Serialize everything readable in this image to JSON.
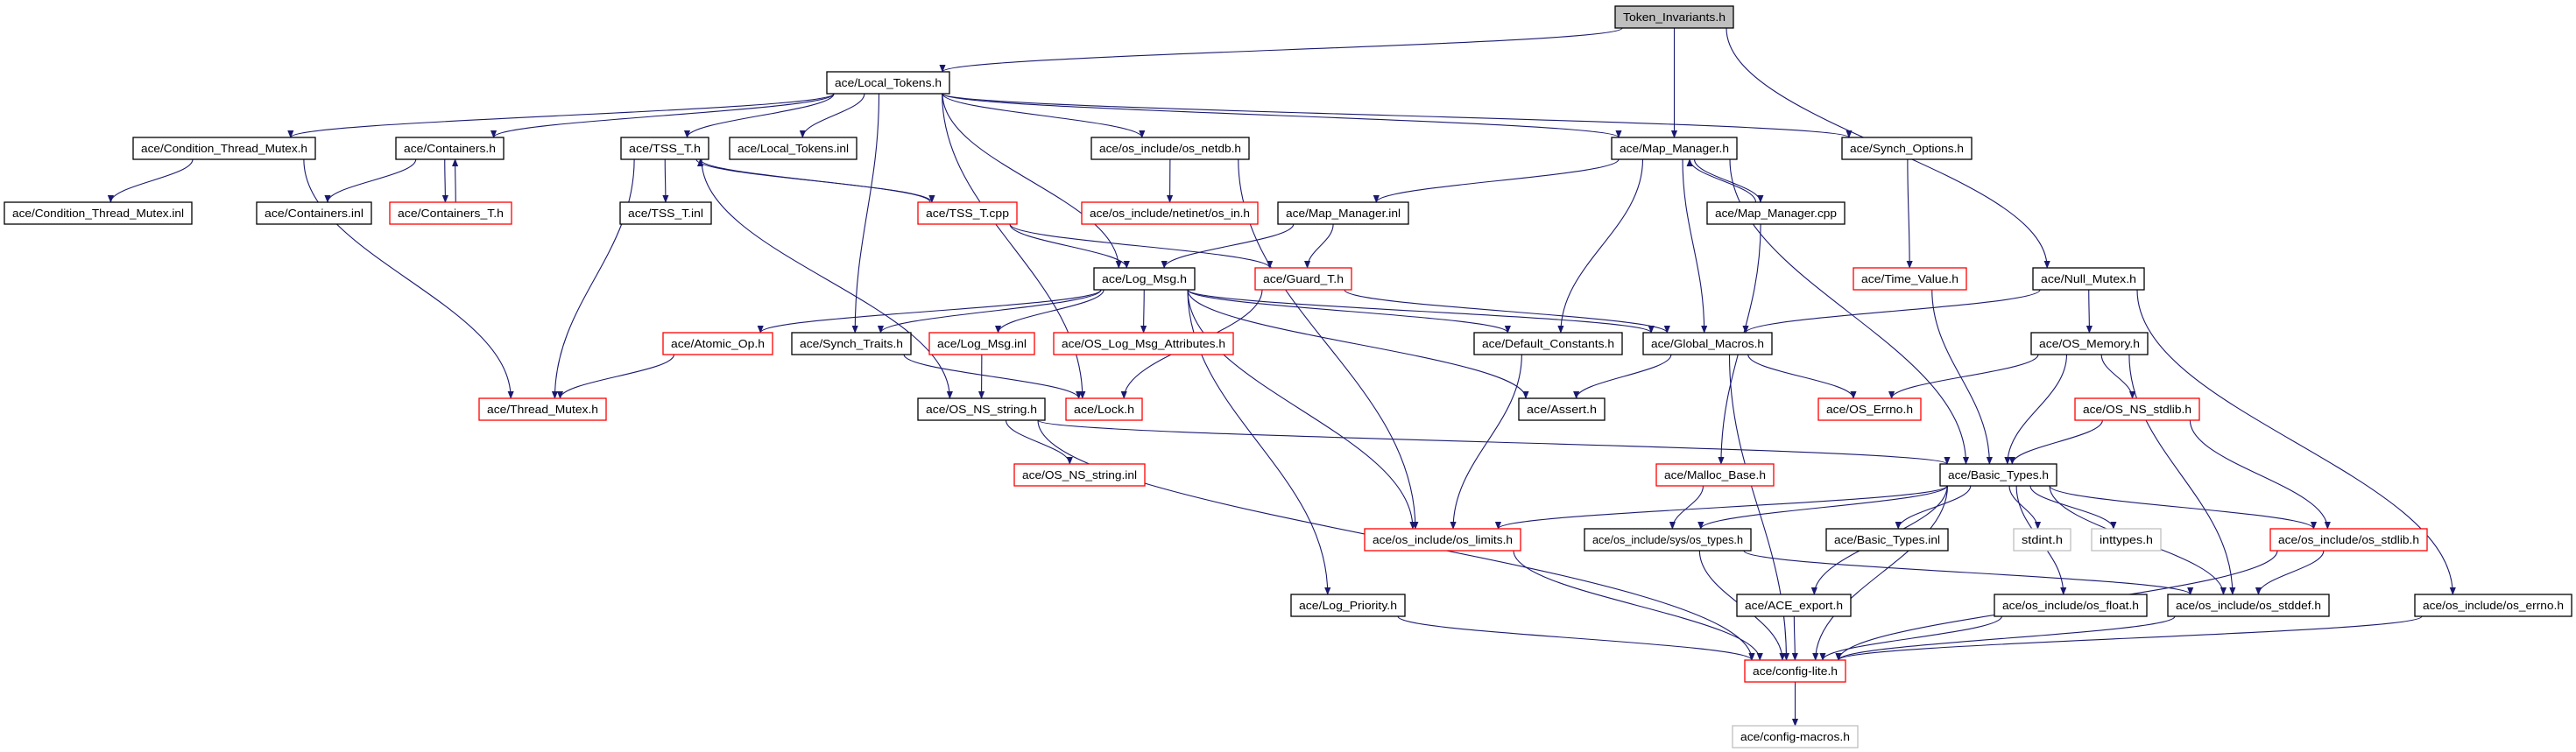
{
  "colors": {
    "edge": "#191970",
    "incomplete_border": "#ff0000",
    "external_border": "#bfbfbf",
    "root_fill": "#bfbfbf"
  },
  "nodes": {
    "token_invariants": {
      "label": "Token_Invariants.h",
      "style": "root"
    },
    "local_tokens": {
      "label": "ace/Local_Tokens.h",
      "style": "normal"
    },
    "cond_thread_mutex": {
      "label": "ace/Condition_Thread_Mutex.h",
      "style": "normal"
    },
    "containers": {
      "label": "ace/Containers.h",
      "style": "normal"
    },
    "tss_t": {
      "label": "ace/TSS_T.h",
      "style": "normal"
    },
    "local_tokens_inl": {
      "label": "ace/Local_Tokens.inl",
      "style": "normal"
    },
    "os_netdb": {
      "label": "ace/os_include/os_netdb.h",
      "style": "normal"
    },
    "map_manager": {
      "label": "ace/Map_Manager.h",
      "style": "normal"
    },
    "synch_options": {
      "label": "ace/Synch_Options.h",
      "style": "normal"
    },
    "cond_thread_mutex_inl": {
      "label": "ace/Condition_Thread_Mutex.inl",
      "style": "normal"
    },
    "containers_inl": {
      "label": "ace/Containers.inl",
      "style": "normal"
    },
    "containers_t": {
      "label": "ace/Containers_T.h",
      "style": "red"
    },
    "tss_t_inl": {
      "label": "ace/TSS_T.inl",
      "style": "normal"
    },
    "tss_t_cpp": {
      "label": "ace/TSS_T.cpp",
      "style": "red"
    },
    "os_in": {
      "label": "ace/os_include/netinet/os_in.h",
      "style": "red"
    },
    "map_manager_inl": {
      "label": "ace/Map_Manager.inl",
      "style": "normal"
    },
    "map_manager_cpp": {
      "label": "ace/Map_Manager.cpp",
      "style": "normal"
    },
    "log_msg": {
      "label": "ace/Log_Msg.h",
      "style": "normal"
    },
    "guard_t": {
      "label": "ace/Guard_T.h",
      "style": "red"
    },
    "time_value": {
      "label": "ace/Time_Value.h",
      "style": "red"
    },
    "null_mutex": {
      "label": "ace/Null_Mutex.h",
      "style": "normal"
    },
    "atomic_op": {
      "label": "ace/Atomic_Op.h",
      "style": "red"
    },
    "synch_traits": {
      "label": "ace/Synch_Traits.h",
      "style": "normal"
    },
    "log_msg_inl": {
      "label": "ace/Log_Msg.inl",
      "style": "red"
    },
    "os_log_msg_attr": {
      "label": "ace/OS_Log_Msg_Attributes.h",
      "style": "red"
    },
    "default_constants": {
      "label": "ace/Default_Constants.h",
      "style": "normal"
    },
    "global_macros": {
      "label": "ace/Global_Macros.h",
      "style": "normal"
    },
    "os_memory": {
      "label": "ace/OS_Memory.h",
      "style": "normal"
    },
    "thread_mutex": {
      "label": "ace/Thread_Mutex.h",
      "style": "red"
    },
    "os_ns_string": {
      "label": "ace/OS_NS_string.h",
      "style": "normal"
    },
    "lock": {
      "label": "ace/Lock.h",
      "style": "red"
    },
    "assert": {
      "label": "ace/Assert.h",
      "style": "normal"
    },
    "os_errno_h": {
      "label": "ace/OS_Errno.h",
      "style": "red"
    },
    "os_ns_stdlib": {
      "label": "ace/OS_NS_stdlib.h",
      "style": "red"
    },
    "os_ns_string_inl": {
      "label": "ace/OS_NS_string.inl",
      "style": "red"
    },
    "malloc_base": {
      "label": "ace/Malloc_Base.h",
      "style": "red"
    },
    "basic_types": {
      "label": "ace/Basic_Types.h",
      "style": "normal"
    },
    "os_limits": {
      "label": "ace/os_include/os_limits.h",
      "style": "red"
    },
    "os_types": {
      "label": "ace/os_include/sys/os_types.h",
      "style": "normal"
    },
    "basic_types_inl": {
      "label": "ace/Basic_Types.inl",
      "style": "normal"
    },
    "stdint": {
      "label": "stdint.h",
      "style": "gray"
    },
    "inttypes": {
      "label": "inttypes.h",
      "style": "gray"
    },
    "os_stdlib": {
      "label": "ace/os_include/os_stdlib.h",
      "style": "red"
    },
    "log_priority": {
      "label": "ace/Log_Priority.h",
      "style": "normal"
    },
    "ace_export": {
      "label": "ace/ACE_export.h",
      "style": "normal"
    },
    "os_float": {
      "label": "ace/os_include/os_float.h",
      "style": "normal"
    },
    "os_stddef": {
      "label": "ace/os_include/os_stddef.h",
      "style": "normal"
    },
    "os_errno": {
      "label": "ace/os_include/os_errno.h",
      "style": "normal"
    },
    "config_lite": {
      "label": "ace/config-lite.h",
      "style": "red"
    },
    "config_macros": {
      "label": "ace/config-macros.h",
      "style": "gray"
    }
  },
  "edges": [
    [
      "token_invariants",
      "local_tokens"
    ],
    [
      "token_invariants",
      "map_manager"
    ],
    [
      "token_invariants",
      "null_mutex"
    ],
    [
      "local_tokens",
      "cond_thread_mutex"
    ],
    [
      "local_tokens",
      "containers"
    ],
    [
      "local_tokens",
      "tss_t"
    ],
    [
      "local_tokens",
      "local_tokens_inl"
    ],
    [
      "local_tokens",
      "os_netdb"
    ],
    [
      "local_tokens",
      "map_manager"
    ],
    [
      "local_tokens",
      "synch_options"
    ],
    [
      "local_tokens",
      "log_msg"
    ],
    [
      "local_tokens",
      "synch_traits"
    ],
    [
      "local_tokens",
      "lock"
    ],
    [
      "cond_thread_mutex",
      "cond_thread_mutex_inl"
    ],
    [
      "cond_thread_mutex",
      "thread_mutex"
    ],
    [
      "containers",
      "containers_inl"
    ],
    [
      "containers",
      "containers_t"
    ],
    [
      "containers_t",
      "containers"
    ],
    [
      "tss_t",
      "tss_t_inl"
    ],
    [
      "tss_t",
      "tss_t_cpp"
    ],
    [
      "tss_t_cpp",
      "tss_t"
    ],
    [
      "tss_t",
      "thread_mutex"
    ],
    [
      "tss_t",
      "os_ns_string"
    ],
    [
      "tss_t_cpp",
      "log_msg"
    ],
    [
      "tss_t_cpp",
      "guard_t"
    ],
    [
      "os_netdb",
      "os_in"
    ],
    [
      "os_netdb",
      "os_limits"
    ],
    [
      "map_manager",
      "map_manager_inl"
    ],
    [
      "map_manager",
      "map_manager_cpp"
    ],
    [
      "map_manager_cpp",
      "map_manager"
    ],
    [
      "map_manager",
      "default_constants"
    ],
    [
      "map_manager",
      "global_macros"
    ],
    [
      "map_manager",
      "basic_types"
    ],
    [
      "map_manager_inl",
      "log_msg"
    ],
    [
      "map_manager_inl",
      "guard_t"
    ],
    [
      "map_manager_cpp",
      "malloc_base"
    ],
    [
      "synch_options",
      "time_value"
    ],
    [
      "time_value",
      "basic_types"
    ],
    [
      "null_mutex",
      "global_macros"
    ],
    [
      "null_mutex",
      "os_memory"
    ],
    [
      "null_mutex",
      "os_errno"
    ],
    [
      "guard_t",
      "global_macros"
    ],
    [
      "guard_t",
      "lock"
    ],
    [
      "log_msg",
      "atomic_op"
    ],
    [
      "log_msg",
      "synch_traits"
    ],
    [
      "log_msg",
      "log_msg_inl"
    ],
    [
      "log_msg",
      "os_log_msg_attr"
    ],
    [
      "log_msg",
      "default_constants"
    ],
    [
      "log_msg",
      "global_macros"
    ],
    [
      "log_msg",
      "assert"
    ],
    [
      "log_msg",
      "log_priority"
    ],
    [
      "log_msg",
      "os_limits"
    ],
    [
      "atomic_op",
      "thread_mutex"
    ],
    [
      "synch_traits",
      "lock"
    ],
    [
      "log_msg_inl",
      "os_ns_string"
    ],
    [
      "global_macros",
      "assert"
    ],
    [
      "global_macros",
      "os_errno_h"
    ],
    [
      "global_macros",
      "config_lite"
    ],
    [
      "default_constants",
      "os_limits"
    ],
    [
      "os_memory",
      "os_errno_h"
    ],
    [
      "os_memory",
      "basic_types"
    ],
    [
      "os_memory",
      "os_ns_stdlib"
    ],
    [
      "os_memory",
      "os_stddef"
    ],
    [
      "os_ns_stdlib",
      "basic_types"
    ],
    [
      "os_ns_stdlib",
      "os_stdlib"
    ],
    [
      "os_ns_string",
      "os_ns_string_inl"
    ],
    [
      "os_ns_string",
      "basic_types"
    ],
    [
      "os_ns_string",
      "config_lite"
    ],
    [
      "malloc_base",
      "os_types"
    ],
    [
      "basic_types",
      "os_limits"
    ],
    [
      "basic_types",
      "os_types"
    ],
    [
      "basic_types",
      "ace_export"
    ],
    [
      "basic_types",
      "basic_types_inl"
    ],
    [
      "basic_types",
      "stdint"
    ],
    [
      "basic_types",
      "inttypes"
    ],
    [
      "basic_types",
      "os_float"
    ],
    [
      "basic_types",
      "os_stddef"
    ],
    [
      "basic_types",
      "os_stdlib"
    ],
    [
      "basic_types",
      "config_lite"
    ],
    [
      "os_types",
      "config_lite"
    ],
    [
      "os_types",
      "os_stddef"
    ],
    [
      "os_limits",
      "config_lite"
    ],
    [
      "log_priority",
      "config_lite"
    ],
    [
      "ace_export",
      "config_lite"
    ],
    [
      "os_float",
      "config_lite"
    ],
    [
      "os_stddef",
      "config_lite"
    ],
    [
      "os_stdlib",
      "os_stddef"
    ],
    [
      "os_stdlib",
      "config_lite"
    ],
    [
      "os_errno",
      "config_lite"
    ],
    [
      "config_lite",
      "config_macros"
    ]
  ]
}
